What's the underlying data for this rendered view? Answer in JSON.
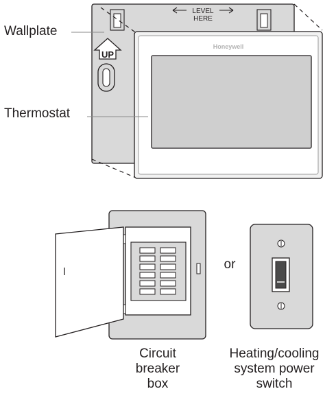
{
  "figure": {
    "callouts": {
      "wallplate": "Wallplate",
      "thermostat": "Thermostat"
    },
    "wallplate_marks": {
      "level_line1": "LEVEL",
      "level_line2": "HERE",
      "up_text": "UP"
    },
    "brand": "Honeywell",
    "connector": "or",
    "captions": {
      "breaker_box": [
        "Circuit",
        "breaker",
        "box"
      ],
      "power_switch": [
        "Heating/cooling",
        "system power",
        "switch"
      ]
    }
  },
  "colors": {
    "outline": "#231f20",
    "wallplate_fill": "#d9d9d9",
    "thermostat_frame": "#f2f2f2",
    "screen": "#cfcfcf",
    "brand_text": "#b3b3b3",
    "panel_fill": "#d9d9d9"
  },
  "icons": [
    "level-arrow-icon",
    "up-arrow-icon",
    "screw-icon"
  ]
}
